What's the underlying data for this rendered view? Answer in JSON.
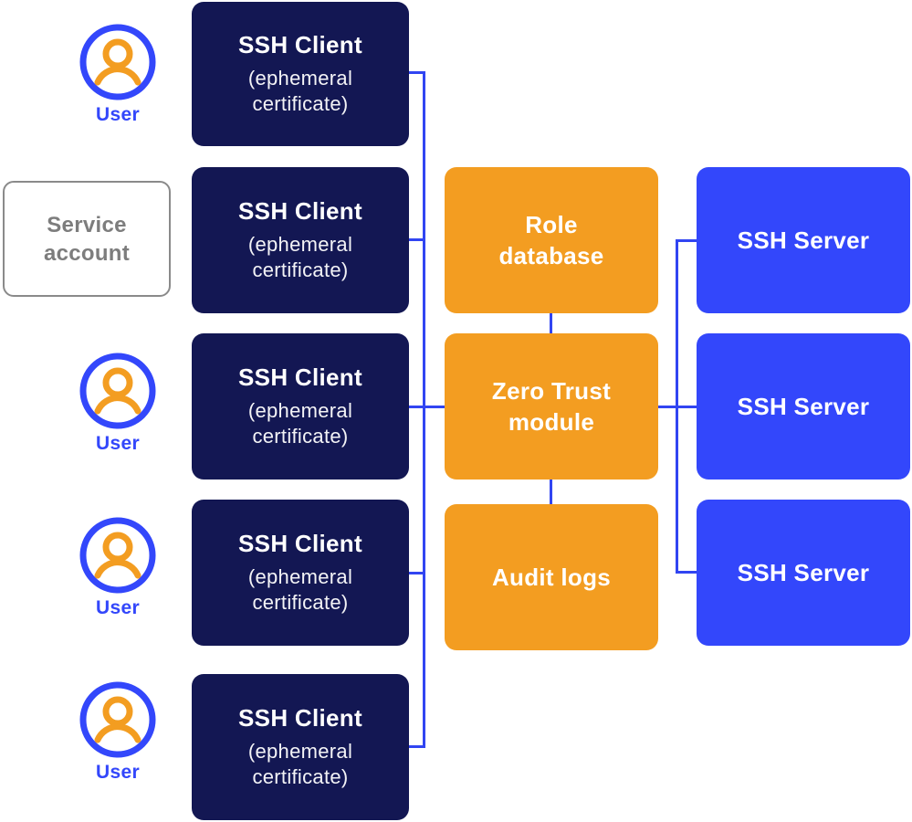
{
  "palette": {
    "navy": "#131753",
    "orange": "#F39D21",
    "blue": "#3347FB",
    "line": "#3145F2",
    "gray-text": "#7D7D7D",
    "gray-border": "#8A8A8A",
    "white": "#FFFFFF"
  },
  "users": [
    {
      "icon": "user-icon",
      "label": "User"
    },
    {
      "icon": "user-icon",
      "label": "User"
    },
    {
      "icon": "user-icon",
      "label": "User"
    },
    {
      "icon": "user-icon",
      "label": "User"
    }
  ],
  "service_account": {
    "label": "Service\naccount"
  },
  "clients": [
    {
      "title": "SSH Client",
      "subtitle": "(ephemeral\ncertificate)"
    },
    {
      "title": "SSH Client",
      "subtitle": "(ephemeral\ncertificate)"
    },
    {
      "title": "SSH Client",
      "subtitle": "(ephemeral\ncertificate)"
    },
    {
      "title": "SSH Client",
      "subtitle": "(ephemeral\ncertificate)"
    },
    {
      "title": "SSH Client",
      "subtitle": "(ephemeral\ncertificate)"
    }
  ],
  "modules": [
    {
      "label": "Role\ndatabase"
    },
    {
      "label": "Zero Trust\nmodule"
    },
    {
      "label": "Audit logs"
    }
  ],
  "servers": [
    {
      "label": "SSH Server"
    },
    {
      "label": "SSH Server"
    },
    {
      "label": "SSH Server"
    }
  ]
}
